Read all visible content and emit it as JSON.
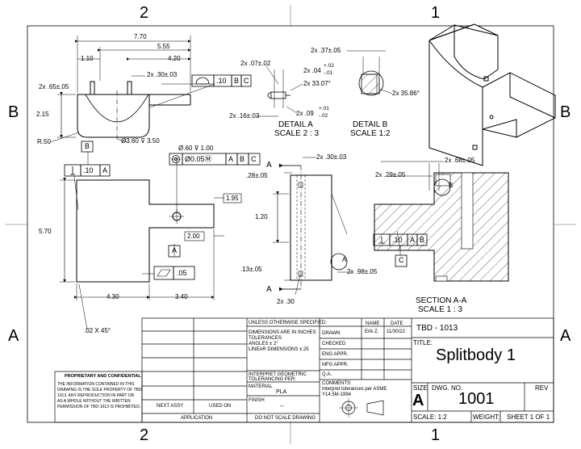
{
  "zones": {
    "top": [
      "2",
      "1"
    ],
    "bottom": [
      "2",
      "1"
    ],
    "left": [
      "B",
      "A"
    ],
    "right": [
      "B",
      "A"
    ]
  },
  "front_view": {
    "dims": {
      "overall_width": "7.70",
      "width_2": "5.55",
      "left_offset": "1.10",
      "right_width": "4.20",
      "holes": "2x .30±.03",
      "ledge": "2x .65±.05",
      "height": "2.15",
      "radius": "R.50",
      "bore": "Ø3.60 ⊽ 3.50"
    },
    "fcf_profile": {
      "tol": ".10",
      "refs": [
        "B",
        "C"
      ]
    }
  },
  "detail_a": {
    "title": "DETAIL A",
    "scale": "SCALE 2 : 3",
    "dims": {
      "d1": "2x .07±.02",
      "d2_base": "2x .04",
      "d2_plus": "+.02",
      "d2_minus": "-.01",
      "angle": "2x 33.07°",
      "d3": "2x .16±.03",
      "d4_base": "2x .09",
      "d4_plus": "+.01",
      "d4_minus": "-.02"
    }
  },
  "detail_b": {
    "title": "DETAIL B",
    "scale": "SCALE 1:2",
    "dims": {
      "d1": "2x .37±.05",
      "angle": "2x 35.86°"
    }
  },
  "top_view": {
    "datum_b": "B",
    "fcf_perp": {
      "tol": ".10",
      "ref": "A"
    },
    "hole_fcf": {
      "depth": "Ø.60 ⊽ 1.00",
      "pos": "Ø0.05Ⓜ",
      "refs": [
        "A",
        "B",
        "C"
      ]
    },
    "dims": {
      "height": "5.70",
      "bottom_left": "4.30",
      "bottom_right": "3.40",
      "box1": "1.95",
      "box2": "2.00",
      "chamfer": ".02 X 45°"
    },
    "datum_a": "A",
    "flatness": ".05"
  },
  "side_view": {
    "cut_label": "A",
    "dims": {
      "holes": "2x .30±.03",
      "d1": ".28±.05",
      "d2": "1.20",
      "d3": ".13±.05",
      "d4": "2x .30"
    }
  },
  "section_view": {
    "title": "SECTION A-A",
    "scale": "SCALE 1 : 3",
    "dims": {
      "d1": "2x .68±.05",
      "d2": "2x .29±.05",
      "d3": "2x .98±.05"
    },
    "fcf_perp": {
      "tol": ".10",
      "refs": [
        "A",
        "B"
      ]
    },
    "datum_c": "C",
    "detail_a_callout": "A",
    "detail_b_callout": "B"
  },
  "title_block": {
    "unless": "UNLESS OTHERWISE SPECIFIED:",
    "dimensions": "DIMENSIONS ARE IN INCHES",
    "tolerances": "TOLERANCES:",
    "angles": "ANGLES ± 2°",
    "linear": "LINEAR DIMENSIONS ±.25",
    "interpret": "INTERPRET GEOMETRIC",
    "tolerancing": "TOLERANCING PER:",
    "material_label": "MATERIAL",
    "material": "PLA",
    "finish_label": "FINISH",
    "finish": "--",
    "dont_scale": "DO NOT SCALE DRAWING",
    "next_assy": "NEXT ASSY",
    "used_on": "USED ON",
    "application": "APPLICATION",
    "name_col": "NAME",
    "date_col": "DATE",
    "drawn": "DRAWN",
    "drawn_name": "Erik Z.",
    "drawn_date": "11/30/22",
    "checked": "CHECKED",
    "eng_appr": "ENG APPR.",
    "mfg_appr": "MFG APPR.",
    "qa": "Q.A.",
    "comments": "COMMENTS:",
    "comment_line1": "Interpret tolerances per ASME",
    "comment_line2": "Y14.5M-1994",
    "company": "TBD - 1013",
    "title_label": "TITLE:",
    "title": "Splitbody 1",
    "size_label": "SIZE",
    "size": "A",
    "dwg_no_label": "DWG.  NO.",
    "dwg_no": "1001",
    "rev_label": "REV",
    "scale": "SCALE: 1:2",
    "weight": "WEIGHT:",
    "sheet": "SHEET 1 OF 1",
    "proprietary_title": "PROPRIETARY AND CONFIDENTIAL",
    "proprietary_lines": [
      "THE INFORMATION CONTAINED IN THIS",
      "DRAWING IS THE SOLE PROPERTY OF TBD-",
      "1013.  ANY REPRODUCTION IN PART OR",
      "AS A WHOLE WITHOUT THE WRITTEN",
      "PERMISSION OF TBD-1013 IS PROHIBITED."
    ]
  }
}
